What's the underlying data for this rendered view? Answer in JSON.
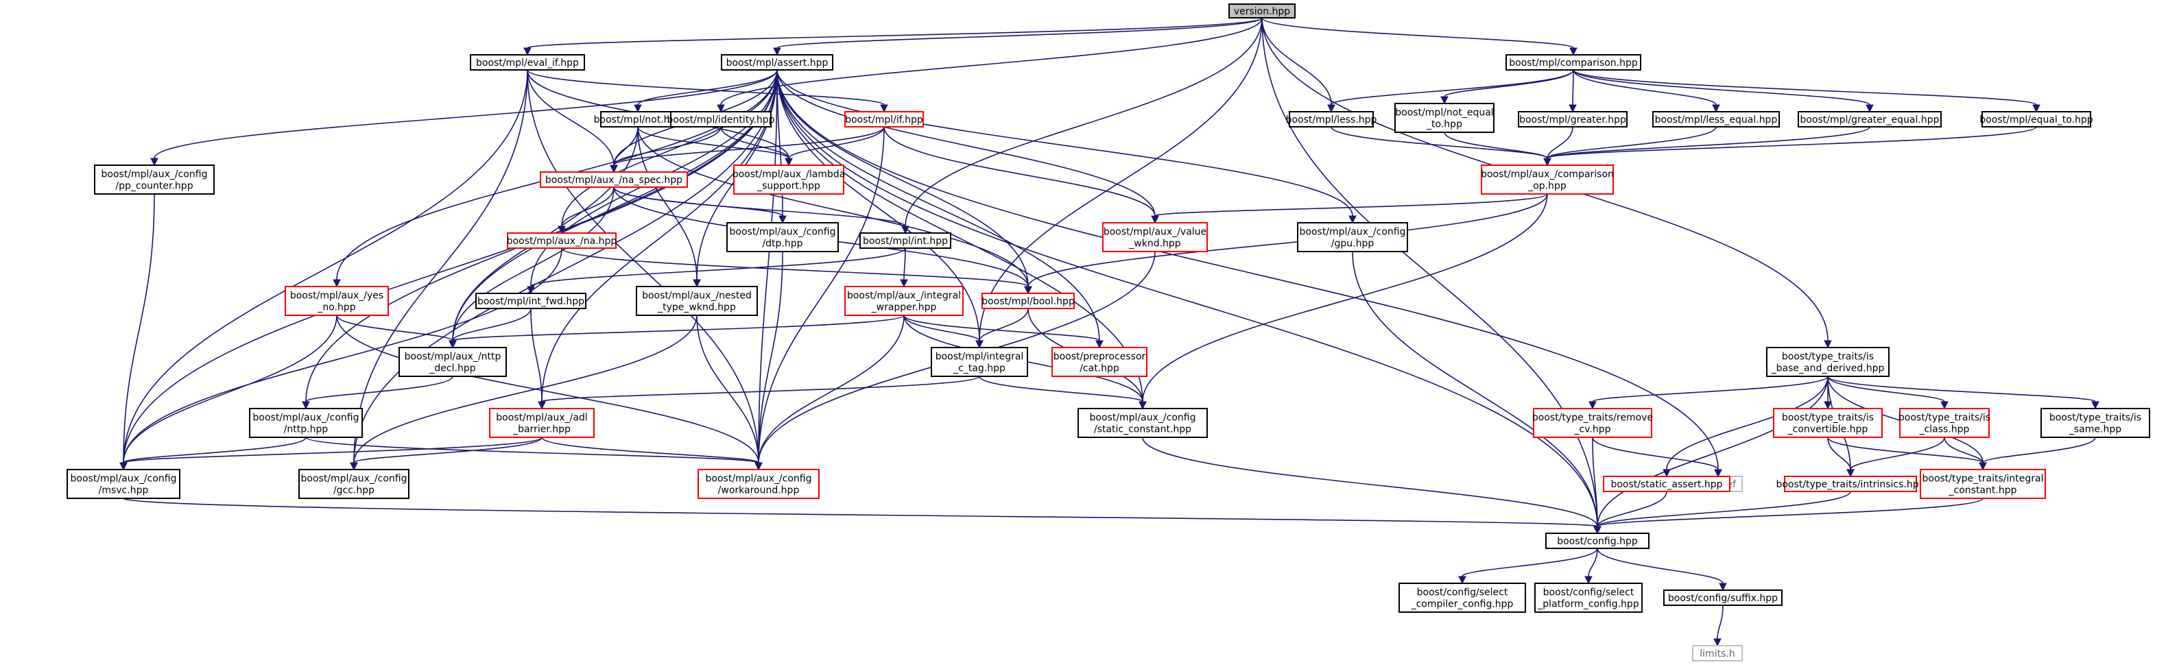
{
  "colors": {
    "root_fill": "#bfbfbf",
    "root_border": "#000000",
    "node_border": "#000000",
    "truncated_border": "#ff0000",
    "system_border": "#bfbfbf",
    "system_text": "#666666",
    "edge": "#191970"
  },
  "nodes": [
    {
      "id": "version",
      "lines": [
        "version.hpp"
      ],
      "style": "root"
    },
    {
      "id": "eval_if",
      "lines": [
        "boost/mpl/eval_if.hpp"
      ],
      "style": "normal"
    },
    {
      "id": "assert",
      "lines": [
        "boost/mpl/assert.hpp"
      ],
      "style": "normal"
    },
    {
      "id": "comparison",
      "lines": [
        "boost/mpl/comparison.hpp"
      ],
      "style": "normal"
    },
    {
      "id": "not",
      "lines": [
        "boost/mpl/not.hpp"
      ],
      "style": "normal"
    },
    {
      "id": "identity",
      "lines": [
        "boost/mpl/identity.hpp"
      ],
      "style": "normal"
    },
    {
      "id": "if",
      "lines": [
        "boost/mpl/if.hpp"
      ],
      "style": "truncated"
    },
    {
      "id": "less",
      "lines": [
        "boost/mpl/less.hpp"
      ],
      "style": "normal"
    },
    {
      "id": "not_equal_to",
      "lines": [
        "boost/mpl/not_equal",
        "_to.hpp"
      ],
      "style": "normal"
    },
    {
      "id": "greater",
      "lines": [
        "boost/mpl/greater.hpp"
      ],
      "style": "normal"
    },
    {
      "id": "less_equal",
      "lines": [
        "boost/mpl/less_equal.hpp"
      ],
      "style": "normal"
    },
    {
      "id": "greater_equal",
      "lines": [
        "boost/mpl/greater_equal.hpp"
      ],
      "style": "normal"
    },
    {
      "id": "equal_to",
      "lines": [
        "boost/mpl/equal_to.hpp"
      ],
      "style": "normal"
    },
    {
      "id": "pp_counter",
      "lines": [
        "boost/mpl/aux_/config",
        "/pp_counter.hpp"
      ],
      "style": "normal"
    },
    {
      "id": "na_spec",
      "lines": [
        "boost/mpl/aux_/na_spec.hpp"
      ],
      "style": "truncated"
    },
    {
      "id": "lambda_support",
      "lines": [
        "boost/mpl/aux_/lambda",
        "_support.hpp"
      ],
      "style": "truncated"
    },
    {
      "id": "comparison_op",
      "lines": [
        "boost/mpl/aux_/comparison",
        "_op.hpp"
      ],
      "style": "truncated"
    },
    {
      "id": "dtp",
      "lines": [
        "boost/mpl/aux_/config",
        "/dtp.hpp"
      ],
      "style": "normal"
    },
    {
      "id": "int",
      "lines": [
        "boost/mpl/int.hpp"
      ],
      "style": "normal"
    },
    {
      "id": "value_wknd",
      "lines": [
        "boost/mpl/aux_/value",
        "_wknd.hpp"
      ],
      "style": "truncated"
    },
    {
      "id": "gpu",
      "lines": [
        "boost/mpl/aux_/config",
        "/gpu.hpp"
      ],
      "style": "normal"
    },
    {
      "id": "na",
      "lines": [
        "boost/mpl/aux_/na.hpp"
      ],
      "style": "truncated"
    },
    {
      "id": "yes_no",
      "lines": [
        "boost/mpl/aux_/yes",
        "_no.hpp"
      ],
      "style": "truncated"
    },
    {
      "id": "int_fwd",
      "lines": [
        "boost/mpl/int_fwd.hpp"
      ],
      "style": "normal"
    },
    {
      "id": "nested_type_wknd",
      "lines": [
        "boost/mpl/aux_/nested",
        "_type_wknd.hpp"
      ],
      "style": "normal"
    },
    {
      "id": "integral_wrapper",
      "lines": [
        "boost/mpl/aux_/integral",
        "_wrapper.hpp"
      ],
      "style": "truncated"
    },
    {
      "id": "bool",
      "lines": [
        "boost/mpl/bool.hpp"
      ],
      "style": "truncated"
    },
    {
      "id": "nttp_decl",
      "lines": [
        "boost/mpl/aux_/nttp",
        "_decl.hpp"
      ],
      "style": "normal"
    },
    {
      "id": "integral_c_tag",
      "lines": [
        "boost/mpl/integral",
        "_c_tag.hpp"
      ],
      "style": "normal"
    },
    {
      "id": "pp_cat",
      "lines": [
        "boost/preprocessor",
        "/cat.hpp"
      ],
      "style": "truncated"
    },
    {
      "id": "is_base_and_derived",
      "lines": [
        "boost/type_traits/is",
        "_base_and_derived.hpp"
      ],
      "style": "normal"
    },
    {
      "id": "nttp",
      "lines": [
        "boost/mpl/aux_/config",
        "/nttp.hpp"
      ],
      "style": "normal"
    },
    {
      "id": "adl_barrier",
      "lines": [
        "boost/mpl/aux_/adl",
        "_barrier.hpp"
      ],
      "style": "truncated"
    },
    {
      "id": "static_constant",
      "lines": [
        "boost/mpl/aux_/config",
        "/static_constant.hpp"
      ],
      "style": "normal"
    },
    {
      "id": "remove_cv",
      "lines": [
        "boost/type_traits/remove",
        "_cv.hpp"
      ],
      "style": "truncated"
    },
    {
      "id": "is_convertible",
      "lines": [
        "boost/type_traits/is",
        "_convertible.hpp"
      ],
      "style": "truncated"
    },
    {
      "id": "is_class",
      "lines": [
        "boost/type_traits/is",
        "_class.hpp"
      ],
      "style": "truncated"
    },
    {
      "id": "is_same",
      "lines": [
        "boost/type_traits/is",
        "_same.hpp"
      ],
      "style": "normal"
    },
    {
      "id": "msvc",
      "lines": [
        "boost/mpl/aux_/config",
        "/msvc.hpp"
      ],
      "style": "normal"
    },
    {
      "id": "gcc",
      "lines": [
        "boost/mpl/aux_/config",
        "/gcc.hpp"
      ],
      "style": "normal"
    },
    {
      "id": "workaround",
      "lines": [
        "boost/mpl/aux_/config",
        "/workaround.hpp"
      ],
      "style": "truncated"
    },
    {
      "id": "cstddef",
      "lines": [
        "cstddef"
      ],
      "style": "system"
    },
    {
      "id": "static_assert",
      "lines": [
        "boost/static_assert.hpp"
      ],
      "style": "truncated"
    },
    {
      "id": "intrinsics",
      "lines": [
        "boost/type_traits/intrinsics.hpp"
      ],
      "style": "truncated"
    },
    {
      "id": "integral_constant",
      "lines": [
        "boost/type_traits/integral",
        "_constant.hpp"
      ],
      "style": "truncated"
    },
    {
      "id": "config",
      "lines": [
        "boost/config.hpp"
      ],
      "style": "normal"
    },
    {
      "id": "select_compiler",
      "lines": [
        "boost/config/select",
        "_compiler_config.hpp"
      ],
      "style": "normal"
    },
    {
      "id": "select_platform",
      "lines": [
        "boost/config/select",
        "_platform_config.hpp"
      ],
      "style": "normal"
    },
    {
      "id": "suffix",
      "lines": [
        "boost/config/suffix.hpp"
      ],
      "style": "normal"
    },
    {
      "id": "limits",
      "lines": [
        "limits.h"
      ],
      "style": "system"
    }
  ],
  "edges": [
    [
      "version",
      "eval_if"
    ],
    [
      "version",
      "assert"
    ],
    [
      "version",
      "comparison"
    ],
    [
      "version",
      "identity"
    ],
    [
      "version",
      "less"
    ],
    [
      "version",
      "int"
    ],
    [
      "version",
      "integral_c_tag"
    ],
    [
      "version",
      "is_base_and_derived"
    ],
    [
      "version",
      "config"
    ],
    [
      "eval_if",
      "if"
    ],
    [
      "eval_if",
      "na_spec"
    ],
    [
      "eval_if",
      "lambda_support"
    ],
    [
      "eval_if",
      "msvc"
    ],
    [
      "eval_if",
      "gcc"
    ],
    [
      "eval_if",
      "workaround"
    ],
    [
      "assert",
      "not"
    ],
    [
      "assert",
      "pp_counter"
    ],
    [
      "assert",
      "na_spec"
    ],
    [
      "assert",
      "na"
    ],
    [
      "assert",
      "yes_no"
    ],
    [
      "assert",
      "int_fwd"
    ],
    [
      "assert",
      "nested_type_wknd"
    ],
    [
      "assert",
      "bool"
    ],
    [
      "assert",
      "nttp_decl"
    ],
    [
      "assert",
      "integral_c_tag"
    ],
    [
      "assert",
      "pp_cat"
    ],
    [
      "assert",
      "nttp"
    ],
    [
      "assert",
      "adl_barrier"
    ],
    [
      "assert",
      "static_constant"
    ],
    [
      "assert",
      "value_wknd"
    ],
    [
      "assert",
      "dtp"
    ],
    [
      "assert",
      "gpu"
    ],
    [
      "assert",
      "msvc"
    ],
    [
      "assert",
      "gcc"
    ],
    [
      "assert",
      "workaround"
    ],
    [
      "assert",
      "cstddef"
    ],
    [
      "assert",
      "config"
    ],
    [
      "comparison",
      "less"
    ],
    [
      "comparison",
      "not_equal_to"
    ],
    [
      "comparison",
      "greater"
    ],
    [
      "comparison",
      "less_equal"
    ],
    [
      "comparison",
      "greater_equal"
    ],
    [
      "comparison",
      "equal_to"
    ],
    [
      "not",
      "na_spec"
    ],
    [
      "not",
      "lambda_support"
    ],
    [
      "not",
      "bool"
    ],
    [
      "not",
      "nttp_decl"
    ],
    [
      "not",
      "nested_type_wknd"
    ],
    [
      "identity",
      "na_spec"
    ],
    [
      "identity",
      "lambda_support"
    ],
    [
      "if",
      "na_spec"
    ],
    [
      "if",
      "lambda_support"
    ],
    [
      "if",
      "value_wknd"
    ],
    [
      "if",
      "workaround"
    ],
    [
      "less",
      "comparison_op"
    ],
    [
      "not_equal_to",
      "comparison_op"
    ],
    [
      "greater",
      "comparison_op"
    ],
    [
      "less_equal",
      "comparison_op"
    ],
    [
      "greater_equal",
      "comparison_op"
    ],
    [
      "equal_to",
      "comparison_op"
    ],
    [
      "pp_counter",
      "msvc"
    ],
    [
      "na_spec",
      "na"
    ],
    [
      "na_spec",
      "int"
    ],
    [
      "na_spec",
      "bool"
    ],
    [
      "na_spec",
      "dtp"
    ],
    [
      "na_spec",
      "nttp_decl"
    ],
    [
      "comparison_op",
      "value_wknd"
    ],
    [
      "comparison_op",
      "bool"
    ],
    [
      "comparison_op",
      "static_constant"
    ],
    [
      "dtp",
      "workaround"
    ],
    [
      "int",
      "int_fwd"
    ],
    [
      "int",
      "integral_wrapper"
    ],
    [
      "value_wknd",
      "workaround"
    ],
    [
      "gpu",
      "config"
    ],
    [
      "na",
      "msvc"
    ],
    [
      "na",
      "bool"
    ],
    [
      "yes_no",
      "nttp_decl"
    ],
    [
      "yes_no",
      "msvc"
    ],
    [
      "yes_no",
      "workaround"
    ],
    [
      "int_fwd",
      "nttp_decl"
    ],
    [
      "int_fwd",
      "adl_barrier"
    ],
    [
      "nested_type_wknd",
      "gcc"
    ],
    [
      "nested_type_wknd",
      "workaround"
    ],
    [
      "integral_wrapper",
      "integral_c_tag"
    ],
    [
      "integral_wrapper",
      "pp_cat"
    ],
    [
      "integral_wrapper",
      "nttp_decl"
    ],
    [
      "integral_wrapper",
      "static_constant"
    ],
    [
      "integral_wrapper",
      "workaround"
    ],
    [
      "bool",
      "integral_c_tag"
    ],
    [
      "bool",
      "static_constant"
    ],
    [
      "nttp_decl",
      "nttp"
    ],
    [
      "integral_c_tag",
      "adl_barrier"
    ],
    [
      "integral_c_tag",
      "static_constant"
    ],
    [
      "is_base_and_derived",
      "remove_cv"
    ],
    [
      "is_base_and_derived",
      "is_convertible"
    ],
    [
      "is_base_and_derived",
      "is_class"
    ],
    [
      "is_base_and_derived",
      "is_same"
    ],
    [
      "is_base_and_derived",
      "static_assert"
    ],
    [
      "is_base_and_derived",
      "intrinsics"
    ],
    [
      "is_base_and_derived",
      "integral_constant"
    ],
    [
      "is_base_and_derived",
      "config"
    ],
    [
      "nttp",
      "msvc"
    ],
    [
      "nttp",
      "workaround"
    ],
    [
      "adl_barrier",
      "msvc"
    ],
    [
      "adl_barrier",
      "gcc"
    ],
    [
      "adl_barrier",
      "workaround"
    ],
    [
      "static_constant",
      "config"
    ],
    [
      "remove_cv",
      "cstddef"
    ],
    [
      "remove_cv",
      "config"
    ],
    [
      "is_convertible",
      "intrinsics"
    ],
    [
      "is_convertible",
      "integral_constant"
    ],
    [
      "is_class",
      "intrinsics"
    ],
    [
      "is_class",
      "integral_constant"
    ],
    [
      "is_same",
      "integral_constant"
    ],
    [
      "msvc",
      "config"
    ],
    [
      "static_assert",
      "config"
    ],
    [
      "intrinsics",
      "config"
    ],
    [
      "integral_constant",
      "config"
    ],
    [
      "config",
      "select_compiler"
    ],
    [
      "config",
      "select_platform"
    ],
    [
      "config",
      "suffix"
    ],
    [
      "suffix",
      "limits"
    ]
  ]
}
